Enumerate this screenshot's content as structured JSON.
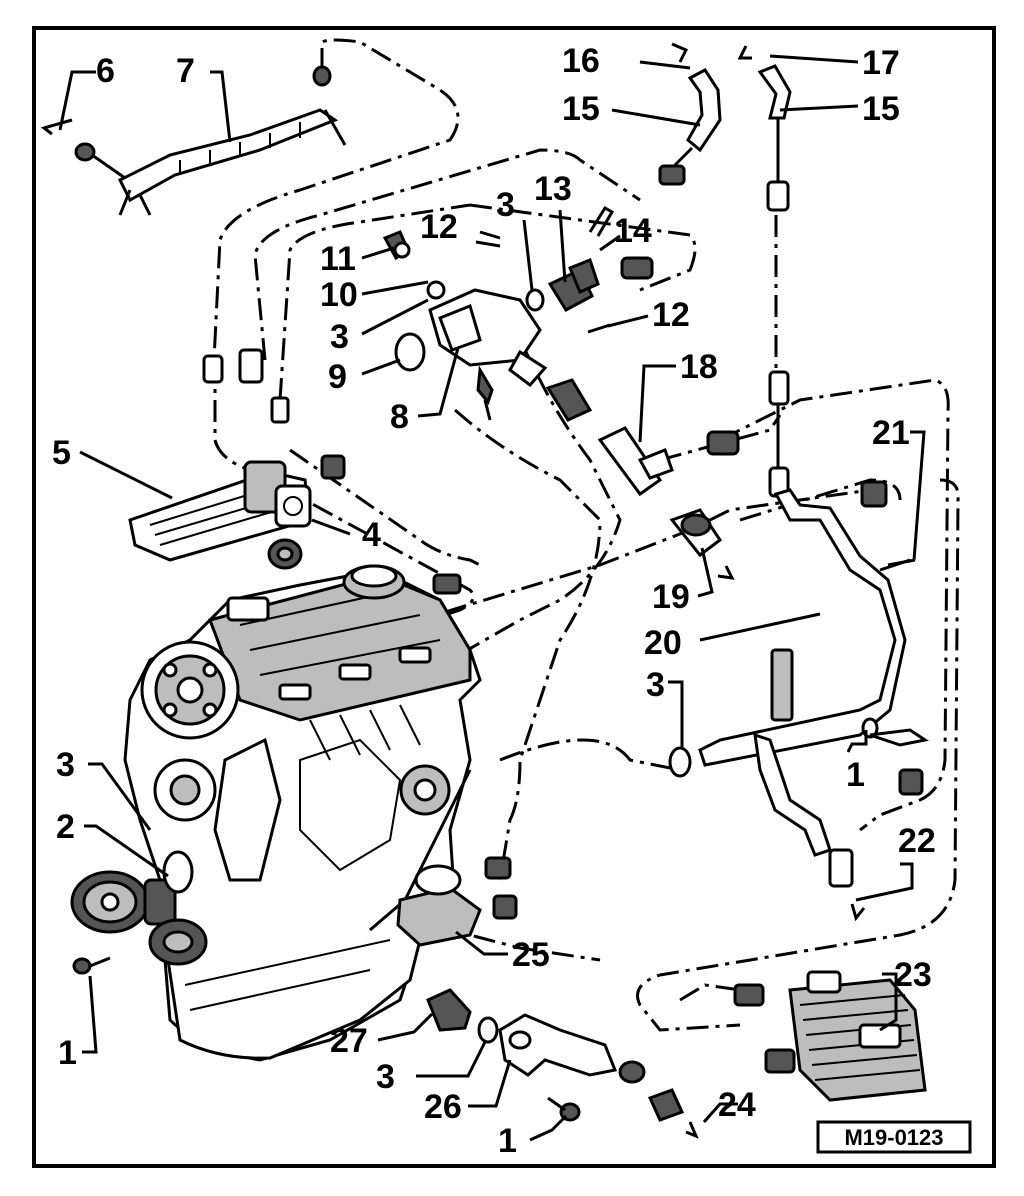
{
  "diagram_ref": "M19-0123",
  "callouts": [
    "6",
    "7",
    "16",
    "17",
    "15",
    "15",
    "3",
    "13",
    "12",
    "14",
    "11",
    "10",
    "3",
    "12",
    "9",
    "8",
    "18",
    "5",
    "4",
    "21",
    "19",
    "20",
    "3",
    "1",
    "3",
    "2",
    "22",
    "25",
    "23",
    "27",
    "3",
    "26",
    "24",
    "1",
    "1"
  ]
}
